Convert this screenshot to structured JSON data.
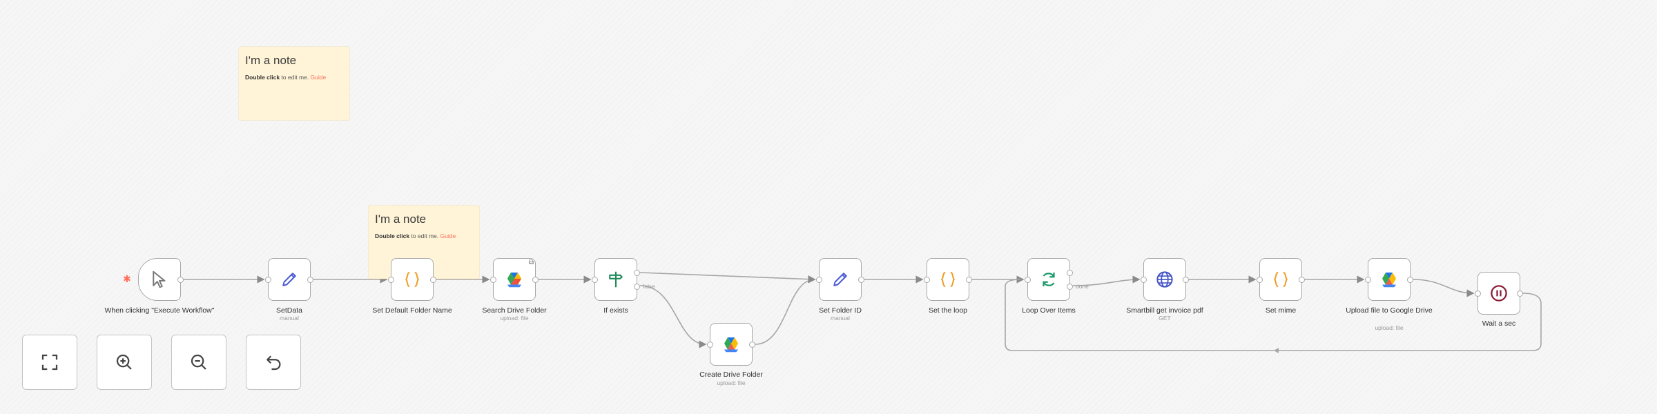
{
  "notes": [
    {
      "title": "I'm a note",
      "bold": "Double click",
      "text": " to edit me. ",
      "link": "Guide"
    },
    {
      "title": "I'm a note",
      "bold": "Double click",
      "text": " to edit me. ",
      "link": "Guide"
    }
  ],
  "nodes": {
    "trigger": {
      "label": "When clicking \"Execute Workflow\""
    },
    "setdata": {
      "label": "SetData",
      "sub": "manual"
    },
    "setDefaultFolder": {
      "label": "Set Default Folder Name"
    },
    "searchDrive": {
      "label": "Search Drive Folder",
      "sub": "upload: file"
    },
    "ifExists": {
      "label": "If exists"
    },
    "createFolder": {
      "label": "Create Drive Folder",
      "sub": "upload: file"
    },
    "setFolderId": {
      "label": "Set Folder ID",
      "sub": "manual"
    },
    "setLoop": {
      "label": "Set the loop"
    },
    "loopItems": {
      "label": "Loop Over Items"
    },
    "smartbill": {
      "label": "Smartbill get invoice pdf",
      "sub": "GET"
    },
    "setMime": {
      "label": "Set mime"
    },
    "uploadDrive": {
      "label": "Upload file to Google Drive",
      "sub": "upload: file"
    },
    "wait": {
      "label": "Wait a sec"
    }
  },
  "edge_labels": {
    "false": "false",
    "done": "done"
  },
  "controls": {
    "fit": "fit-to-view",
    "zoom_in": "zoom-in",
    "zoom_out": "zoom-out",
    "undo": "undo"
  },
  "colors": {
    "accent": "#ff6d5a",
    "edit_blue": "#4b5bd6",
    "code_orange": "#f0a030",
    "if_green": "#1f8a5b",
    "loop_green": "#1d9b6c",
    "http_blue": "#4353c4",
    "wait_red": "#8b1a35"
  },
  "icons": {
    "trigger": "pointer-icon",
    "setdata": "pencil-icon",
    "code": "curly-braces-icon",
    "drive": "google-drive-icon",
    "if": "signpost-icon",
    "loop": "refresh-icon",
    "http": "globe-icon",
    "wait": "pause-icon"
  }
}
